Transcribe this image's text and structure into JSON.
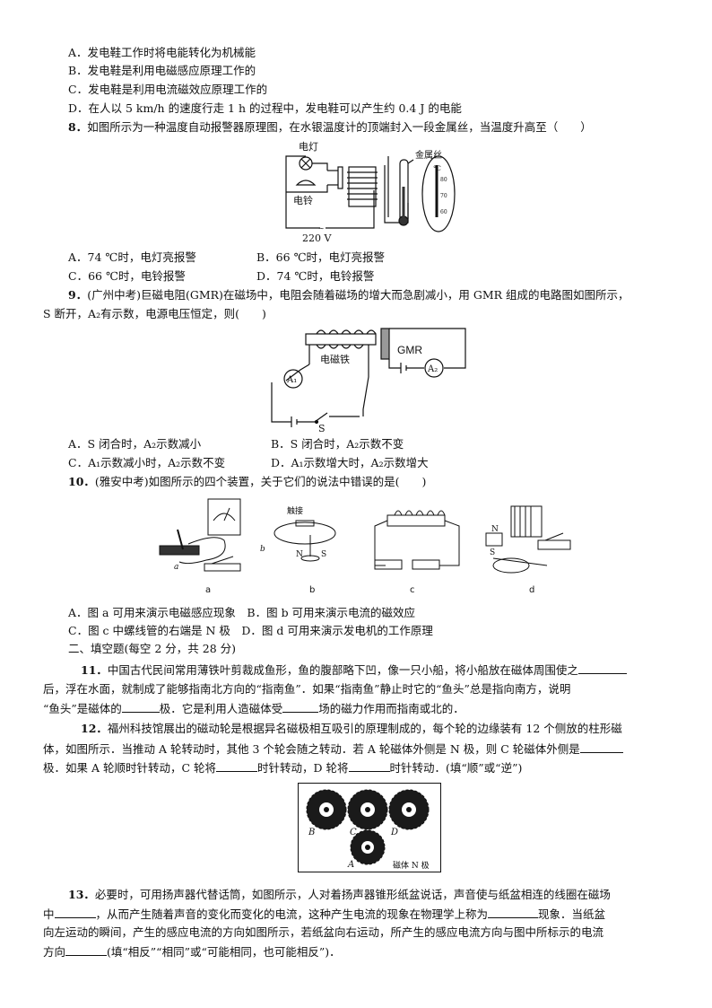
{
  "q7_options": {
    "a": "A．发电鞋工作时将电能转化为机械能",
    "b": "B．发电鞋是利用电磁感应原理工作的",
    "c": "C．发电鞋是利用电流磁效应原理工作的",
    "d": "D．在人以 5 km/h 的速度行走 1 h 的过程中，发电鞋可以产生约 0.4 J 的电能"
  },
  "q8": {
    "number": "8．",
    "stem": "如图所示为一种温度自动报警器原理图，在水银温度计的顶端封入一段金属丝，当温度升高至（　　）",
    "figure": {
      "lamp": "电灯",
      "bell": "电铃",
      "wire": "金属丝",
      "voltage": "220 V",
      "scale": [
        "80",
        "70",
        "60"
      ],
      "unit": "°C"
    },
    "options": {
      "a": "A．74 ℃时，电灯亮报警",
      "b": "B．66 ℃时，电灯亮报警",
      "c": "C．66 ℃时，电铃报警",
      "d": "D．74 ℃时，电铃报警"
    }
  },
  "q9": {
    "number": "9．",
    "stem1": "(广州中考)巨磁电阻(GMR)在磁场中，电阻会随着磁场的增大而急剧减小，用 GMR 组成的电路图如图所示，",
    "stem2": "S 断开，A₂有示数，电源电压恒定，则(　　)",
    "figure": {
      "gmr": "GMR",
      "electromagnet": "电磁铁",
      "a1": "A₁",
      "a2": "A₂",
      "switch": "S"
    },
    "options": {
      "a": "A．S 闭合时，A₂示数减小",
      "b": "B．S 闭合时，A₂示数不变",
      "c": "C．A₁示数减小时，A₂示数不变",
      "d": "D．A₁示数增大时，A₂示数增大"
    }
  },
  "q10": {
    "number": "10．",
    "stem": "(雅安中考)如图所示的四个装置，关于它们的说法中错误的是(　　)",
    "figure": {
      "captions": [
        "a",
        "b",
        "c",
        "d"
      ],
      "contact_label": "触接",
      "n": "N",
      "s": "S"
    },
    "options": {
      "ab": "A．图 a 可用来演示电磁感应现象　B．图 b 可用来演示电流的磁效应",
      "cd": "C．图 c 中螺线管的右端是 N 极　D．图 d 可用来演示发电机的工作原理"
    }
  },
  "section2": "二、填空题(每空 2 分，共 28 分)",
  "q11": {
    "number": "11．",
    "l1": "中国古代民间常用薄铁叶剪裁成鱼形，鱼的腹部略下凹，像一只小船，将小船放在磁体周围使之",
    "l2a": "后，浮在水面，就制成了能够指南北方向的“指南鱼”．如果“指南鱼”静止时它的“鱼头”总是指向南方，说明",
    "l3a": "“鱼头”是磁体的",
    "l3b": "极．它是利用人造磁体受",
    "l3c": "场的磁力作用而指南或北的．"
  },
  "q12": {
    "number": "12．",
    "l1": "福州科技馆展出的磁动轮是根据异名磁极相互吸引的原理制成的，每个轮的边缘装有 12 个侧放的柱形磁",
    "l2a": "体，如图所示．当推动 A 轮转动时，其他 3 个轮会随之转动．若 A 轮磁体外侧是 N 极，则 C 轮磁体外侧是",
    "l3a": "极．如果 A 轮顺时针转动，C 轮将",
    "l3b": "时针转动，D 轮将",
    "l3c": "时针转动．(填“顺”或“逆”)",
    "figure": {
      "labels": [
        "B",
        "C",
        "D",
        "A"
      ],
      "legend": "磁体 N 极"
    }
  },
  "q13": {
    "number": "13．",
    "l1": "必要时，可用扬声器代替话筒，如图所示，人对着扬声器锥形纸盆说话，声音使与纸盆相连的线圈在磁场",
    "l2a": "中",
    "l2b": "，从而产生随着声音的变化而变化的电流，这种产生电流的现象在物理学上称为",
    "l2c": "现象．当纸盆",
    "l3": "向左运动的瞬间，产生的感应电流的方向如图所示，若纸盆向右运动，所产生的感应电流方向与图中所标示的电流",
    "l4a": "方向",
    "l4b": "(填“相反”“相同”或“可能相同，也可能相反”)．"
  }
}
